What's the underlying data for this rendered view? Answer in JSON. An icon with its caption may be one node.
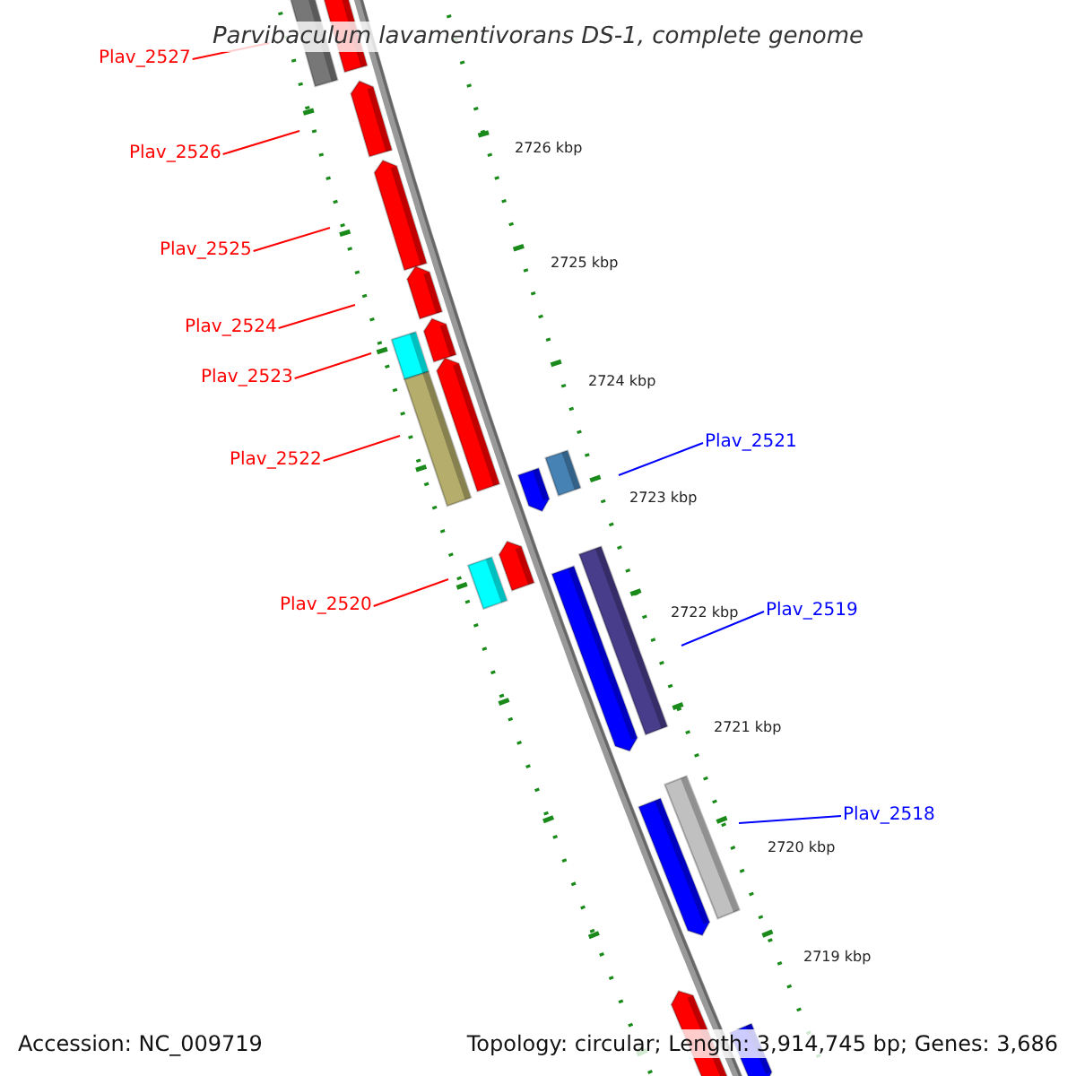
{
  "diagram": {
    "title": "Parvibaculum lavamentivorans DS-1, complete genome",
    "nodes": [
      {
        "text": [
          "Plav_2527"
        ]
      },
      {
        "text": [
          "Plav_2526"
        ]
      },
      {
        "text": [
          "Plav_2525"
        ]
      },
      {
        "text": [
          "Plav_2524"
        ]
      },
      {
        "text": [
          "Plav_2523"
        ]
      },
      {
        "text": [
          "Plav_2522"
        ]
      },
      {
        "text": [
          "Plav_2520"
        ]
      },
      {
        "text": [
          "Plav_2521"
        ]
      },
      {
        "text": [
          "Plav_2519"
        ]
      },
      {
        "text": [
          "Plav_2518"
        ]
      }
    ],
    "edges": [
      {
        "from": 0,
        "to": null,
        "arrow": "none"
      },
      {
        "from": 1,
        "to": null,
        "arrow": "none"
      },
      {
        "from": 2,
        "to": null,
        "arrow": "none"
      },
      {
        "from": 3,
        "to": null,
        "arrow": "none"
      },
      {
        "from": 4,
        "to": null,
        "arrow": "none"
      },
      {
        "from": 5,
        "to": null,
        "arrow": "none"
      },
      {
        "from": 6,
        "to": null,
        "arrow": "none"
      },
      {
        "from": 7,
        "to": null,
        "arrow": "none",
        "color": "#0000ff"
      },
      {
        "from": 8,
        "to": null,
        "arrow": "none",
        "color": "#0000ff"
      },
      {
        "from": 9,
        "to": null,
        "arrow": "none",
        "color": "#0000ff"
      }
    ],
    "labels": [
      "2726 kbp",
      "2725 kbp",
      "2724 kbp",
      "2723 kbp",
      "2722 kbp",
      "2721 kbp",
      "2720 kbp",
      "2719 kbp",
      "Accession: NC_009719",
      "Topology: circular; Length: 3,914,745 bp; Genes: 3,686"
    ]
  }
}
